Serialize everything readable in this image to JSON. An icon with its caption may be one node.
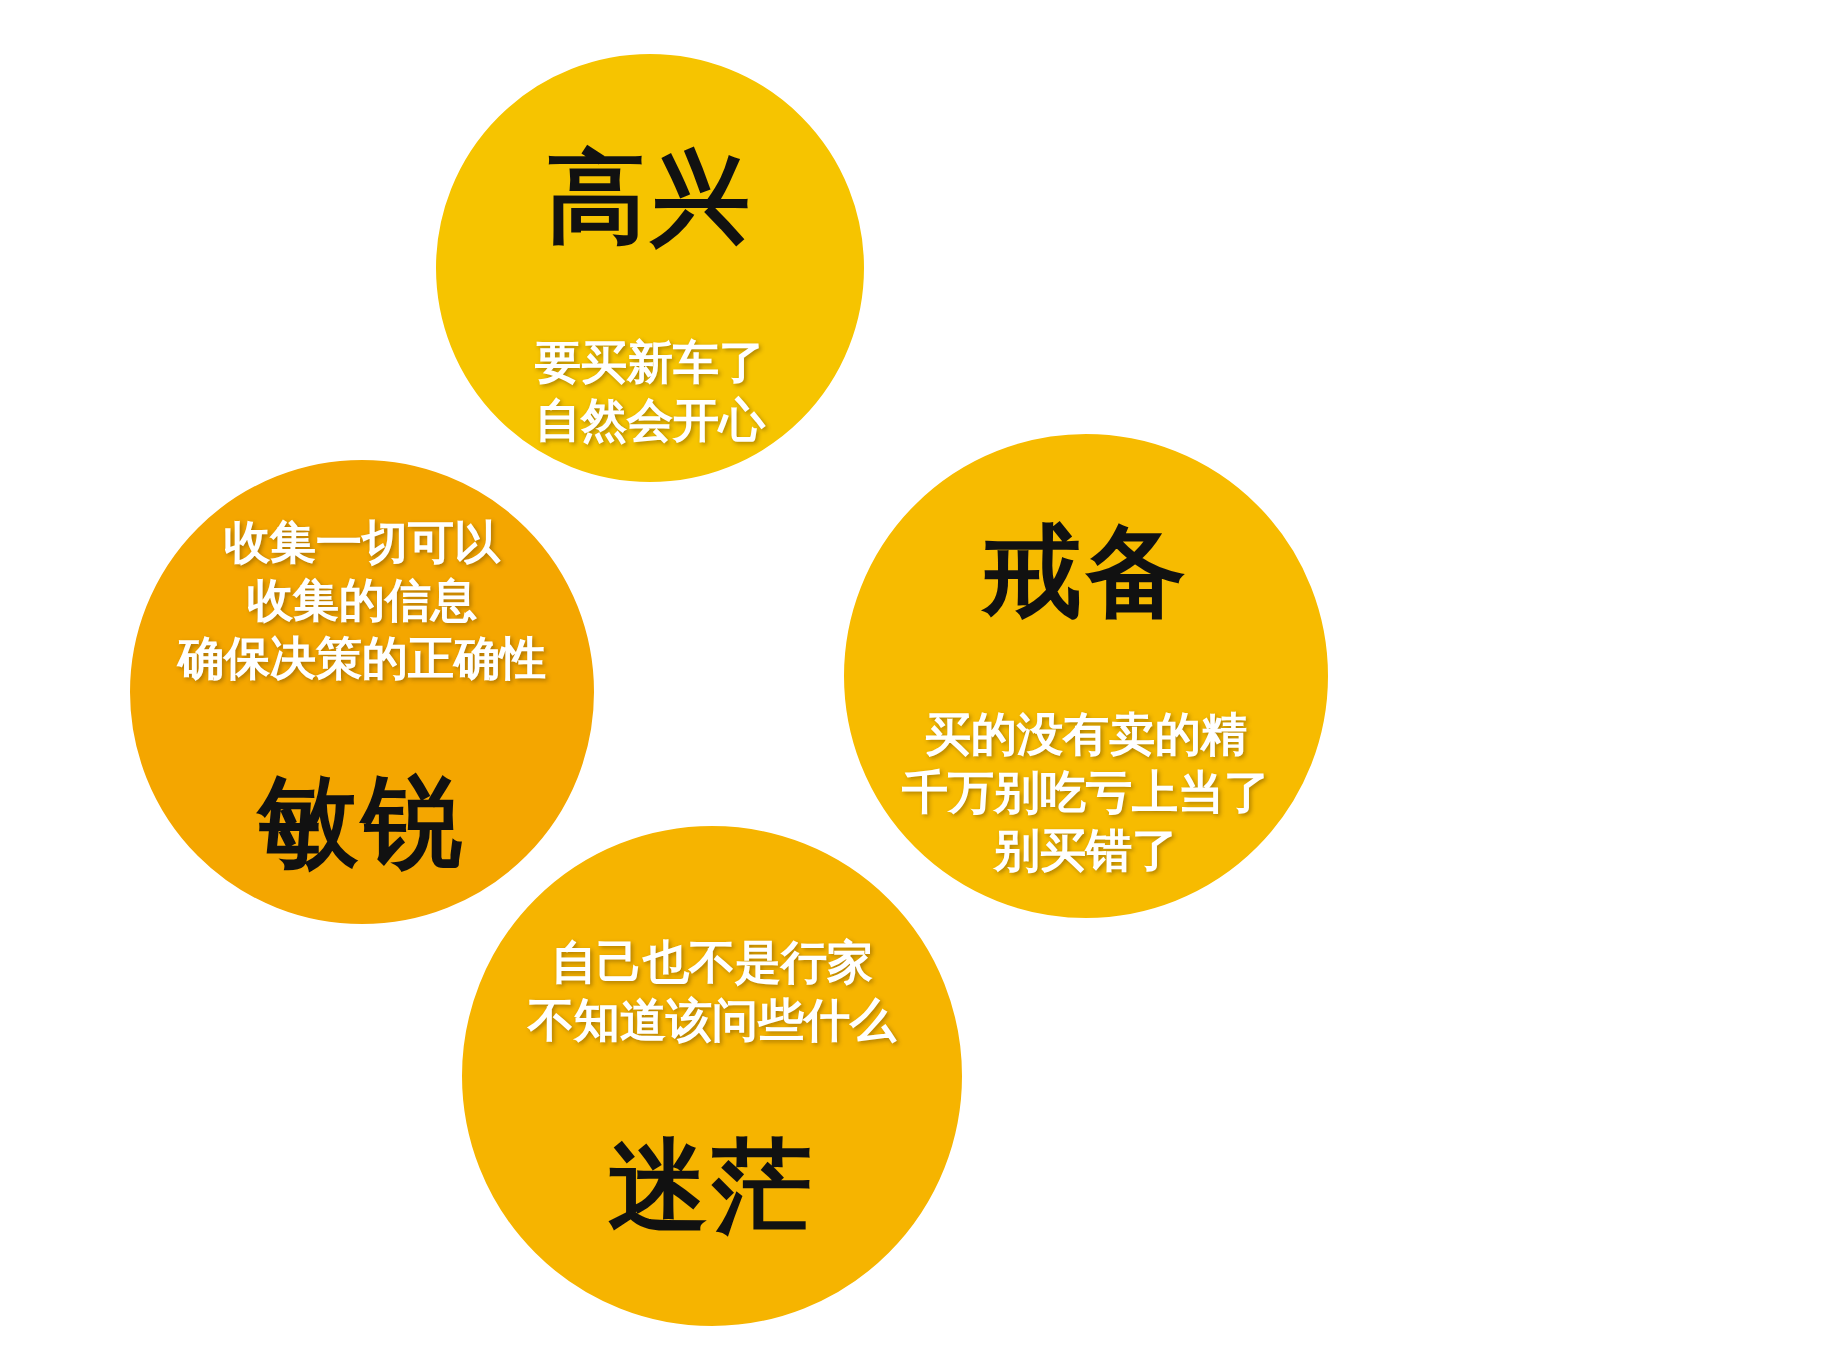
{
  "diagram": {
    "nodes": [
      {
        "text": [
          "高兴",
          "要买新车了自然会开心"
        ]
      },
      {
        "text": [
          "收集一切可以收集的信息确保决策的正确性",
          "敏锐"
        ]
      },
      {
        "text": [
          "戒备",
          "买的没有卖的精千万别吃亏上当了别买错了"
        ]
      },
      {
        "text": [
          "自己也不是行家不知道该问些什么",
          "迷茫"
        ]
      }
    ]
  }
}
